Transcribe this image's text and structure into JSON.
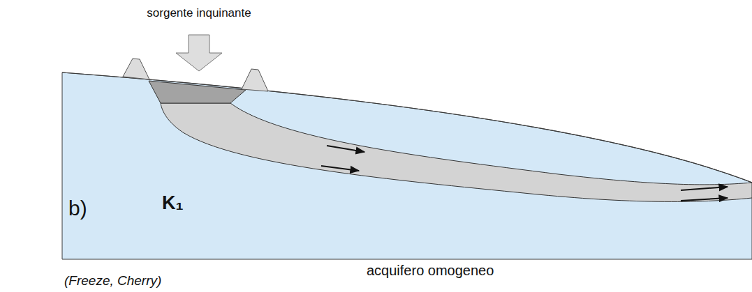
{
  "diagram": {
    "caption": "(Freeze, Cherry)",
    "nodes": [
      {
        "text": [
          "K₁"
        ]
      }
    ],
    "labels": [
      "sorgente inquinante",
      "b)",
      "acquifero omogeneo"
    ]
  }
}
